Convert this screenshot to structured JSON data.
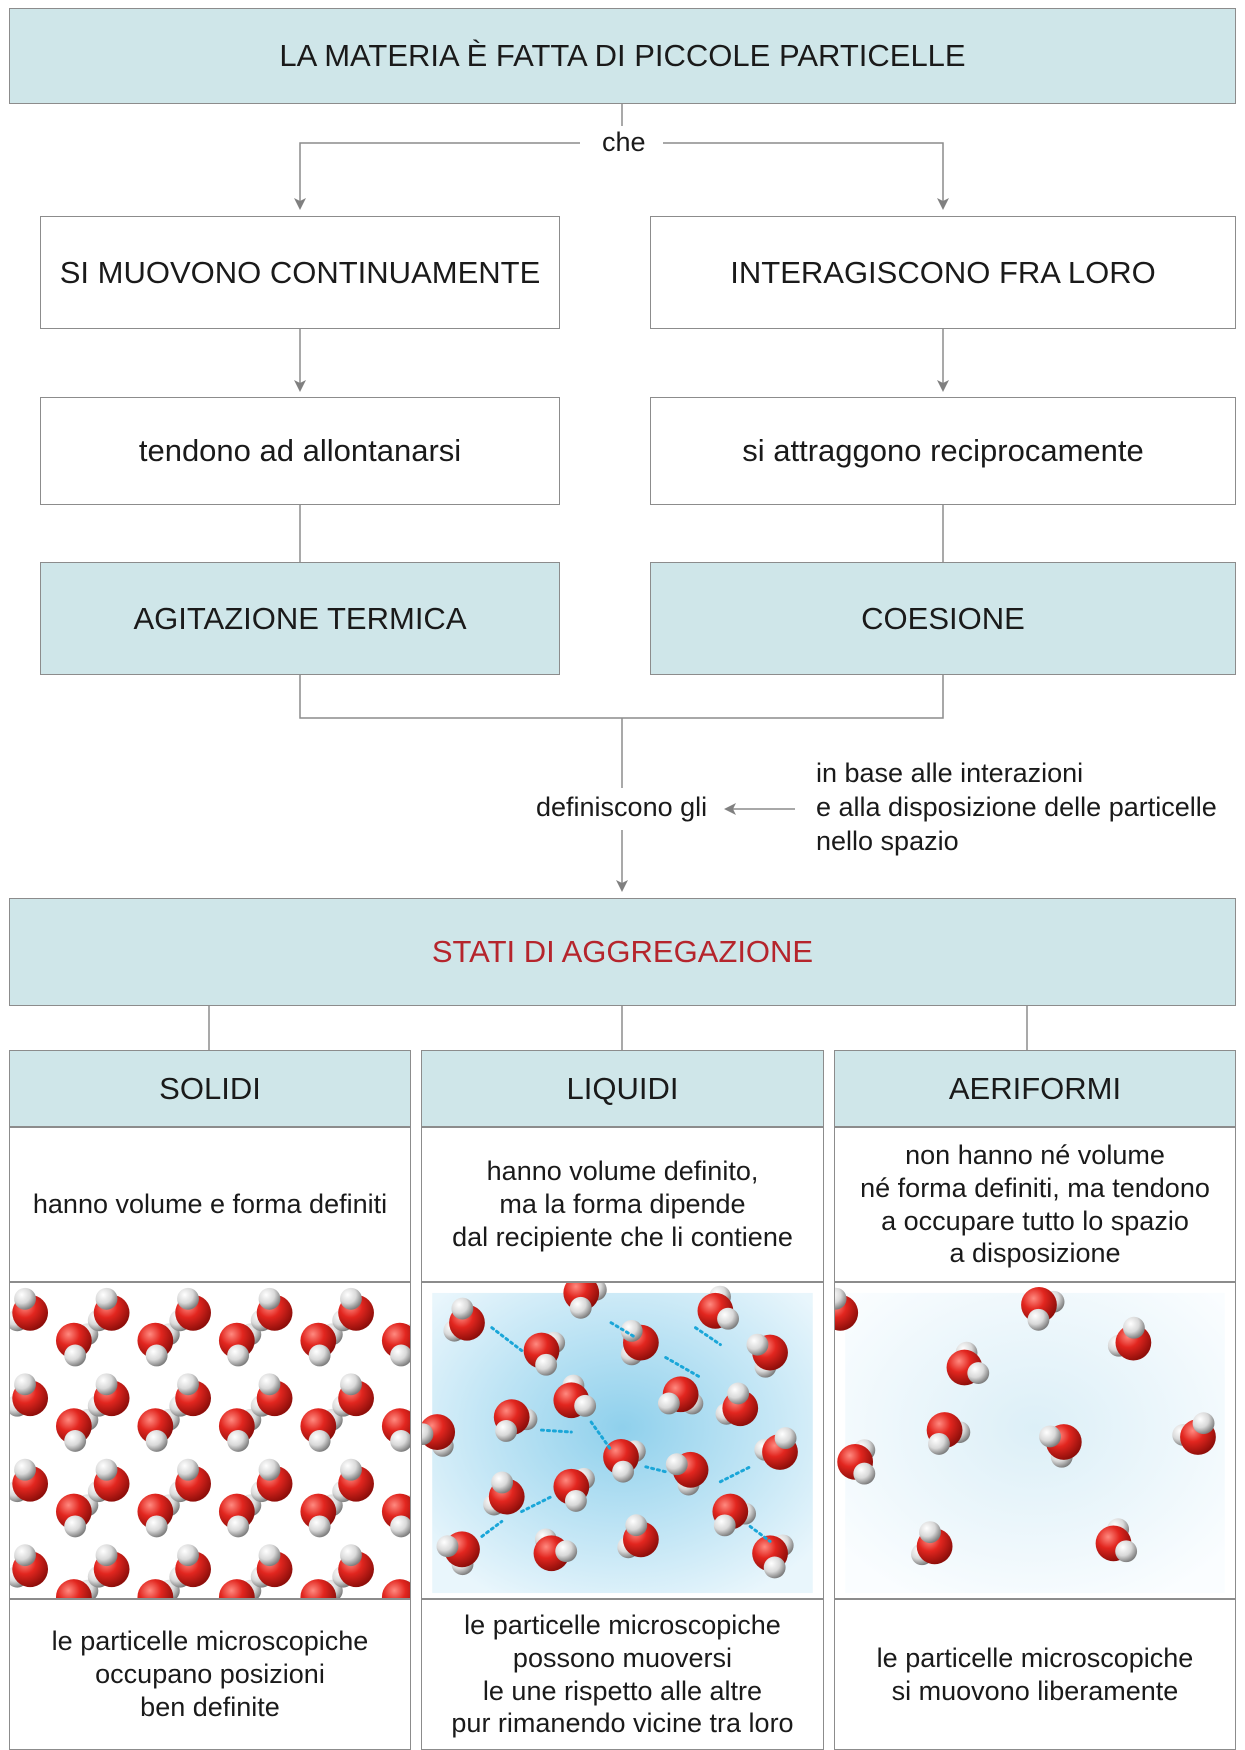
{
  "top_title": "LA MATERIA È FATTA DI PICCOLE PARTICELLE",
  "connector_che": "che",
  "left_branch": {
    "box1": "SI MUOVONO CONTINUAMENTE",
    "box2": "tendono ad allontanarsi",
    "box3": "AGITAZIONE TERMICA"
  },
  "right_branch": {
    "box1": "INTERAGISCONO FRA LORO",
    "box2": "si attraggono reciprocamente",
    "box3": "COESIONE"
  },
  "connector_definiscono": "definiscono gli",
  "side_note": [
    "in base alle interazioni",
    "e alla disposizione delle particelle",
    "nello spazio"
  ],
  "main_concept": "STATI DI AGGREGAZIONE",
  "states": [
    {
      "header": "SOLIDI",
      "property": [
        "hanno volume e forma definiti"
      ],
      "illustration": "ordered-lattice-water-molecules",
      "description": [
        "le particelle microscopiche",
        "occupano posizioni",
        "ben definite"
      ]
    },
    {
      "header": "LIQUIDI",
      "property": [
        "hanno volume definito,",
        "ma la forma dipende",
        "dal recipiente che li contiene"
      ],
      "illustration": "close-disordered-water-molecules-hydrogen-bonds",
      "description": [
        "le particelle microscopiche",
        "possono muoversi",
        "le une rispetto alle altre",
        "pur rimanendo vicine tra loro"
      ]
    },
    {
      "header": "AERIFORMI",
      "property": [
        "non hanno né volume",
        "né forma definiti, ma tendono",
        "a occupare tutto lo spazio",
        "a disposizione"
      ],
      "illustration": "sparse-free-water-molecules",
      "description": [
        "le particelle microscopiche",
        "si muovono liberamente"
      ]
    }
  ],
  "colors": {
    "box_fill": "#cfe6e9",
    "border": "#8c8c8c",
    "accent_red": "#b5252c",
    "oxygen": "#d8231f",
    "hydrogen": "#d9d9d9"
  }
}
